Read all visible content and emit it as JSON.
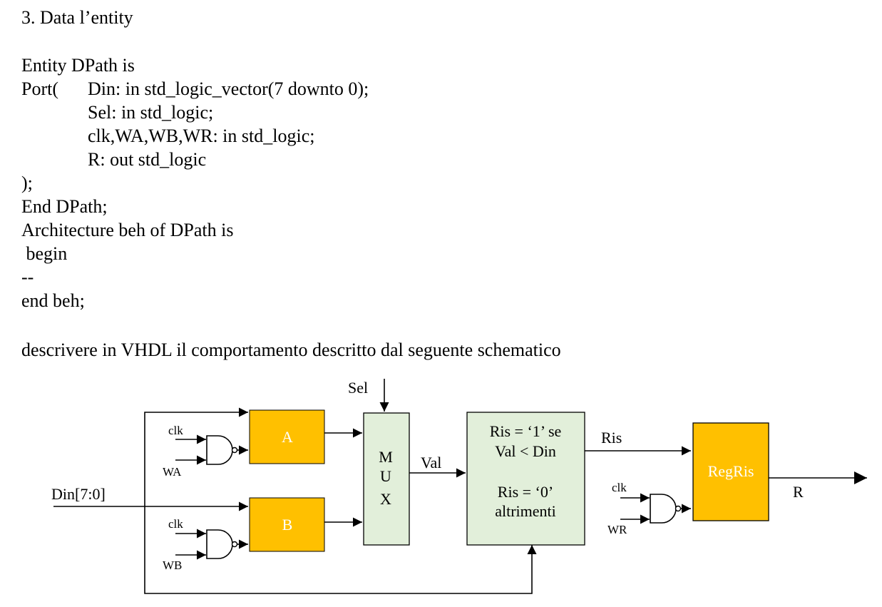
{
  "exercise": {
    "heading": "3. Data l’entity",
    "code": {
      "entity_line": "Entity DPath is",
      "port_keyword": "Port(",
      "port_din": "Din: in std_logic_vector(7 downto 0);",
      "port_sel": "Sel: in std_logic;",
      "port_ctrl": "clk,WA,WB,WR: in std_logic;",
      "port_r": "R: out std_logic",
      "port_close": ");",
      "end_entity": "End DPath;",
      "architecture": "Architecture beh of DPath is",
      "begin": " begin",
      "comment": "--",
      "end_arch": "end beh;"
    },
    "instruction": "descrivere in VHDL il comportamento descritto dal seguente schematico"
  },
  "schematic": {
    "colors": {
      "register_fill": "#FFC000",
      "logic_fill": "#E2EFDA",
      "register_text": "#ffffff",
      "stroke": "#000000"
    },
    "labels": {
      "din": "Din[7:0]",
      "sel": "Sel",
      "reg_a": "A",
      "reg_b": "B",
      "clk_a": "clk",
      "wa": "WA",
      "clk_b": "clk",
      "wb": "WB",
      "mux_m": "M",
      "mux_u": "U",
      "mux_x": "X",
      "val": "Val",
      "cmp_line1": "Ris = ‘1’ se",
      "cmp_line2": "Val < Din",
      "cmp_line3": "Ris = ‘0’",
      "cmp_line4": "altrimenti",
      "ris": "Ris",
      "clk_r": "clk",
      "wr": "WR",
      "regris": "RegRis",
      "r": "R"
    }
  }
}
